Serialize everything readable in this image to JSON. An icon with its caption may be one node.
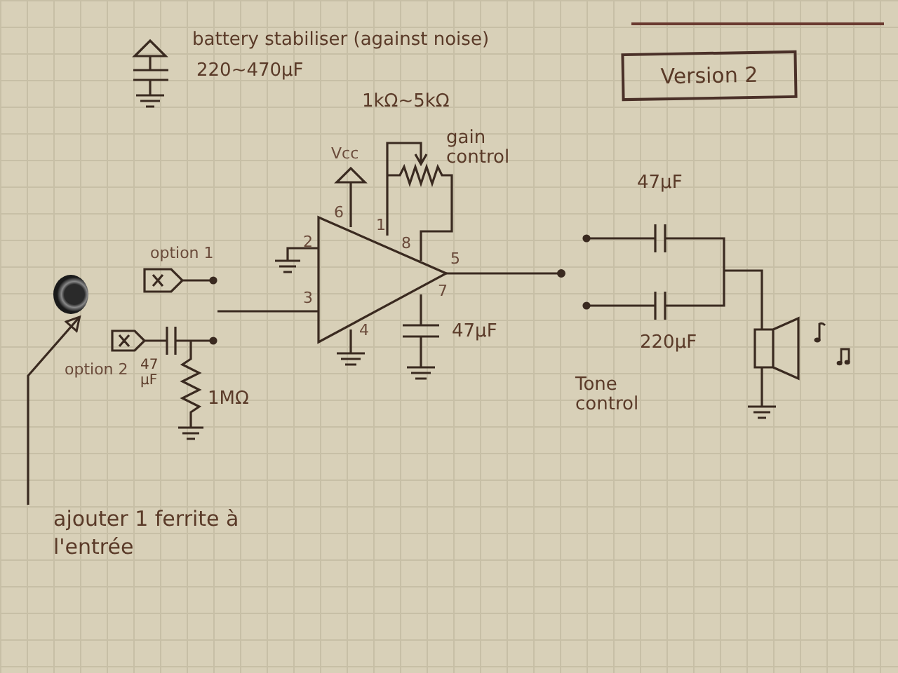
{
  "diagram": {
    "nodes": [
      {
        "text": [
          "Version 2"
        ]
      },
      {
        "text": [
          "ajouter 1 ferrite à l'entrée"
        ]
      },
      {
        "text": [],
        "shape": "circle"
      }
    ],
    "edges": [
      {
        "from": 1,
        "to": 2,
        "arrow": "to"
      }
    ],
    "labels": [
      "battery stabiliser (against noise)",
      "220~470µF",
      "1kΩ~5kΩ",
      "Vcc",
      "gain control",
      "6",
      "1",
      "option 1",
      "2",
      "8",
      "5",
      "3",
      "7",
      "4",
      "47µF",
      "47µF",
      "option 2",
      "47 µF",
      "1MΩ",
      "220µF",
      "Tone control"
    ]
  }
}
